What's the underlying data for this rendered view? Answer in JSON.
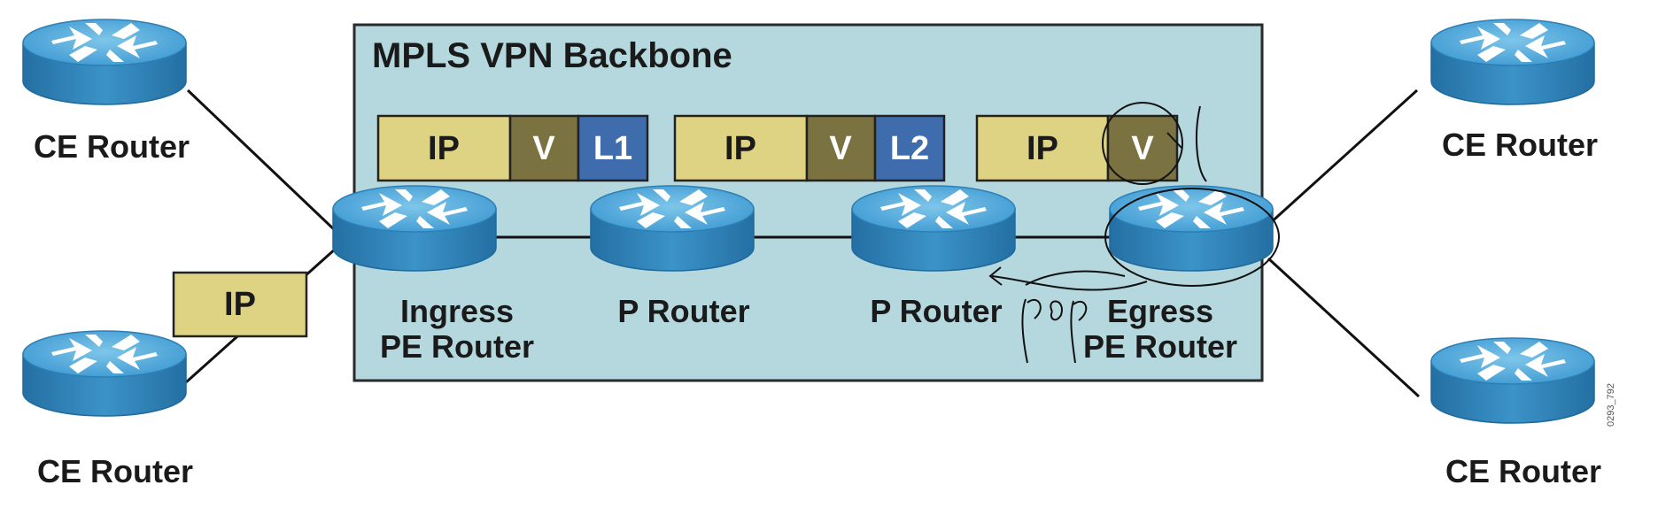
{
  "diagram": {
    "backbone_title": "MPLS VPN Backbone",
    "routers": {
      "ce_top_left": "CE Router",
      "ce_bottom_left": "CE Router",
      "ce_top_right": "CE Router",
      "ce_bottom_right": "CE Router",
      "ingress_pe_line1": "Ingress",
      "ingress_pe_line2": "PE Router",
      "p_router_1": "P Router",
      "p_router_2": "P Router",
      "egress_pe_line1": "Egress",
      "egress_pe_line2": "PE Router"
    },
    "packets": [
      {
        "fields": [
          "IP",
          "V",
          "L1"
        ]
      },
      {
        "fields": [
          "IP",
          "V",
          "L2"
        ]
      },
      {
        "fields": [
          "IP",
          "V"
        ]
      }
    ],
    "edge_packet": "IP",
    "annotation": "pop",
    "figure_id": "0293_792",
    "colors": {
      "backbone_fill": "#b4d8de",
      "ip_field": "#ded283",
      "vpn_label_field": "#7a7240",
      "transport_label_field": "#3f6cad",
      "router_top": "#4fa6d6",
      "router_side": "#2f7fb3"
    }
  }
}
